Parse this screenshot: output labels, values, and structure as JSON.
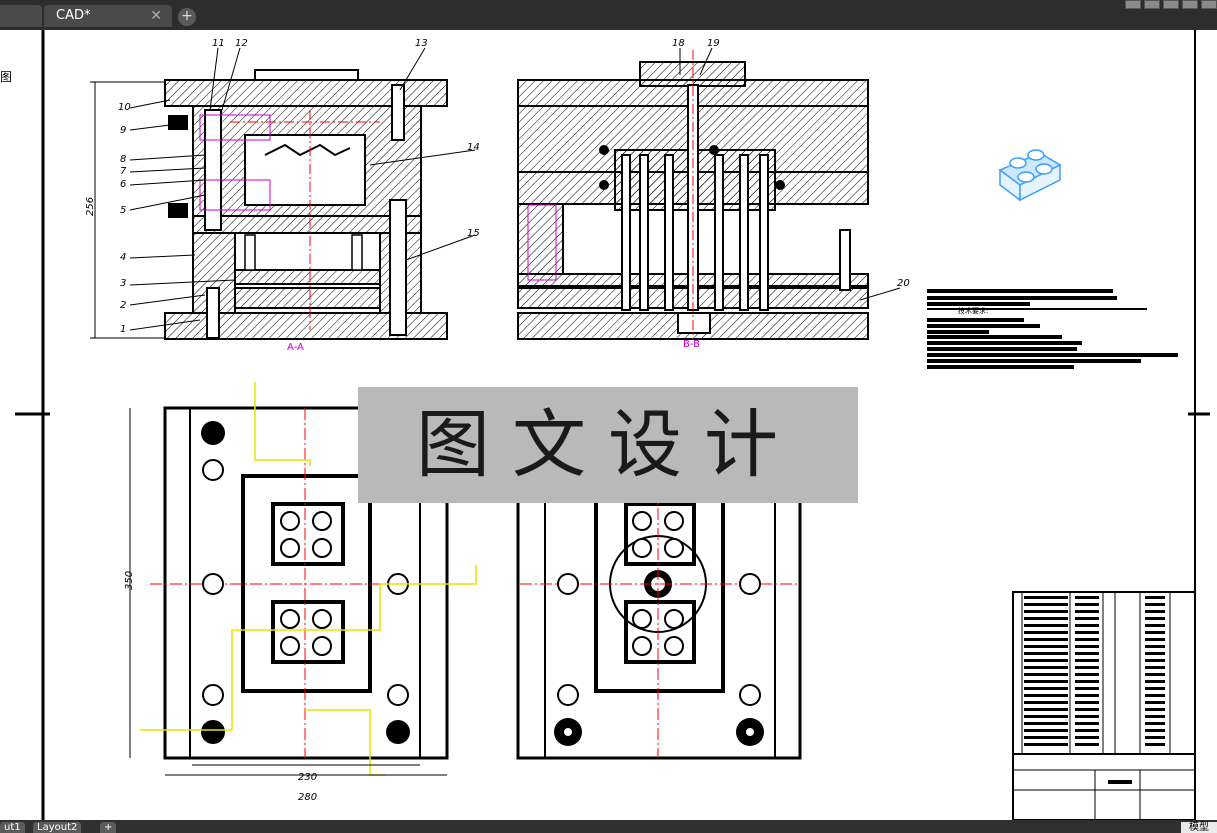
{
  "tabs": {
    "active_title": "CAD*",
    "close_glyph": "✕",
    "new_tab_glyph": "+"
  },
  "left_label": "图",
  "layouts": {
    "items": [
      "ut1",
      "Layout2"
    ],
    "add_glyph": "+",
    "mode_label": "模型"
  },
  "watermark": {
    "text": "图文设计"
  },
  "drawing": {
    "leaders": [
      "1",
      "2",
      "3",
      "4",
      "5",
      "6",
      "7",
      "8",
      "9",
      "10",
      "11",
      "12",
      "13",
      "14",
      "15",
      "18",
      "19",
      "20"
    ],
    "section_labels": {
      "aa": "A-A",
      "bb": "B-B"
    },
    "dims": {
      "height": "256",
      "width_outer": "280",
      "width_inner": "230",
      "plan_height": "350"
    },
    "tech_title": "技术要求:"
  },
  "colors": {
    "canvas": "#ffffff",
    "section_label": "#cc00cc",
    "cut_line": "#e6e600",
    "center_line": "#ff0000",
    "part_icon": "#3aa0ff"
  }
}
